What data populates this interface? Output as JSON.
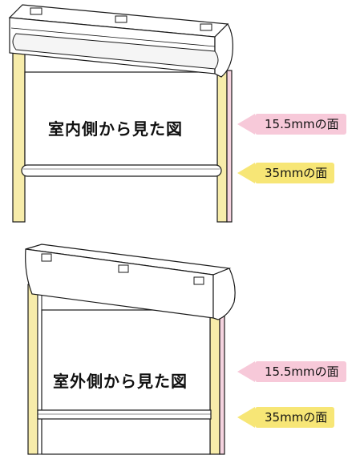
{
  "views": [
    {
      "title": "室内側から見た図",
      "callouts": [
        {
          "label": "15.5mmの面",
          "color": "#f7c9d9"
        },
        {
          "label": "35mmの面",
          "color": "#f7e676"
        }
      ]
    },
    {
      "title": "室外側から見た図",
      "callouts": [
        {
          "label": "15.5mmの面",
          "color": "#f7c9d9"
        },
        {
          "label": "35mmの面",
          "color": "#f7e676"
        }
      ]
    }
  ],
  "colors": {
    "frame_wide_face": "#f7ecaa",
    "frame_narrow_face": "#f5d3df",
    "outline": "#1a1a1a"
  }
}
